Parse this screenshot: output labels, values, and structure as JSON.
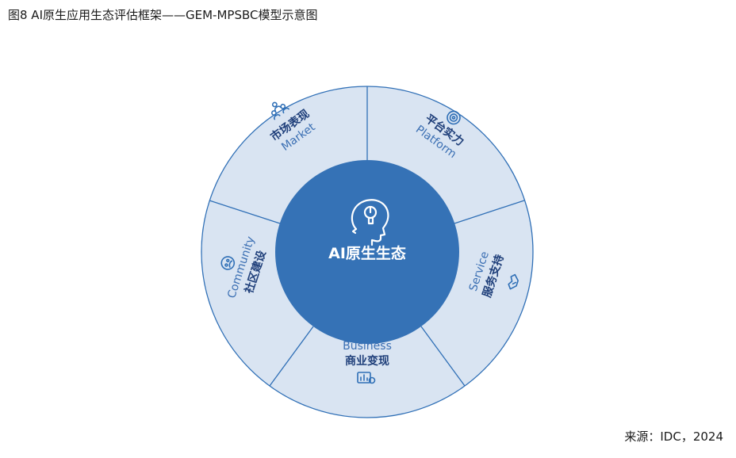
{
  "title": "图8  AI原生应用生态评估框架——GEM-MPSBC模型示意图",
  "source": "来源：IDC，2024",
  "center": {
    "label": "AI原生生态",
    "icon": "head-lightbulb-icon"
  },
  "segments": [
    {
      "key": "market",
      "cn": "市场表现",
      "en": "Market",
      "icon": "people-network-icon"
    },
    {
      "key": "platform",
      "cn": "平台实力",
      "en": "Platform",
      "icon": "target-gear-icon"
    },
    {
      "key": "service",
      "cn": "服务支持",
      "en": "Service",
      "icon": "handshake-icon"
    },
    {
      "key": "business",
      "cn": "商业变现",
      "en": "Business",
      "icon": "money-chart-icon"
    },
    {
      "key": "community",
      "cn": "社区建设",
      "en": "Community",
      "icon": "community-icon"
    }
  ],
  "colors": {
    "outer_ring": "#d9e4f2",
    "ring_border": "#2f6fb6",
    "center_fill": "#3572b6",
    "text_dark": "#1f3f7a",
    "text_light": "#3b6fb3"
  }
}
